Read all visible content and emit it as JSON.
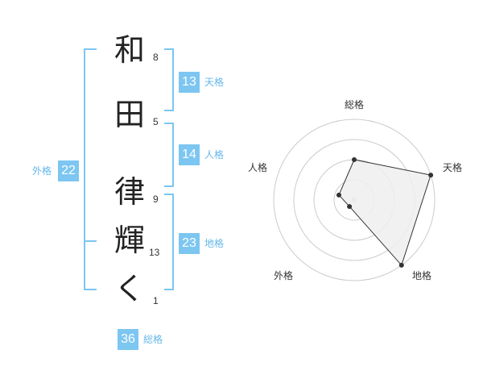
{
  "name": {
    "chars": [
      {
        "char": "和",
        "strokes": "8"
      },
      {
        "char": "田",
        "strokes": "5"
      },
      {
        "char": "律",
        "strokes": "9"
      },
      {
        "char": "輝",
        "strokes": "13"
      },
      {
        "char": "く",
        "strokes": "1"
      }
    ]
  },
  "fortunes": {
    "tenkaku": {
      "value": "13",
      "label": "天格"
    },
    "jinkaku": {
      "value": "14",
      "label": "人格"
    },
    "chikaku": {
      "value": "23",
      "label": "地格"
    },
    "gaikaku": {
      "value": "22",
      "label": "外格"
    },
    "soukaku": {
      "value": "36",
      "label": "総格"
    }
  },
  "chart_data": {
    "type": "radar",
    "axes": [
      "総格",
      "天格",
      "地格",
      "外格",
      "人格"
    ],
    "values": [
      0.5,
      1.0,
      1.0,
      0.1,
      0.2
    ],
    "max": 1,
    "rings": 4,
    "colors": {
      "fill": "#eeeeee",
      "stroke": "#333333",
      "grid": "#cccccc"
    }
  },
  "colors": {
    "accent": "#7cc6f1",
    "accent_text": "#66b8ea"
  }
}
